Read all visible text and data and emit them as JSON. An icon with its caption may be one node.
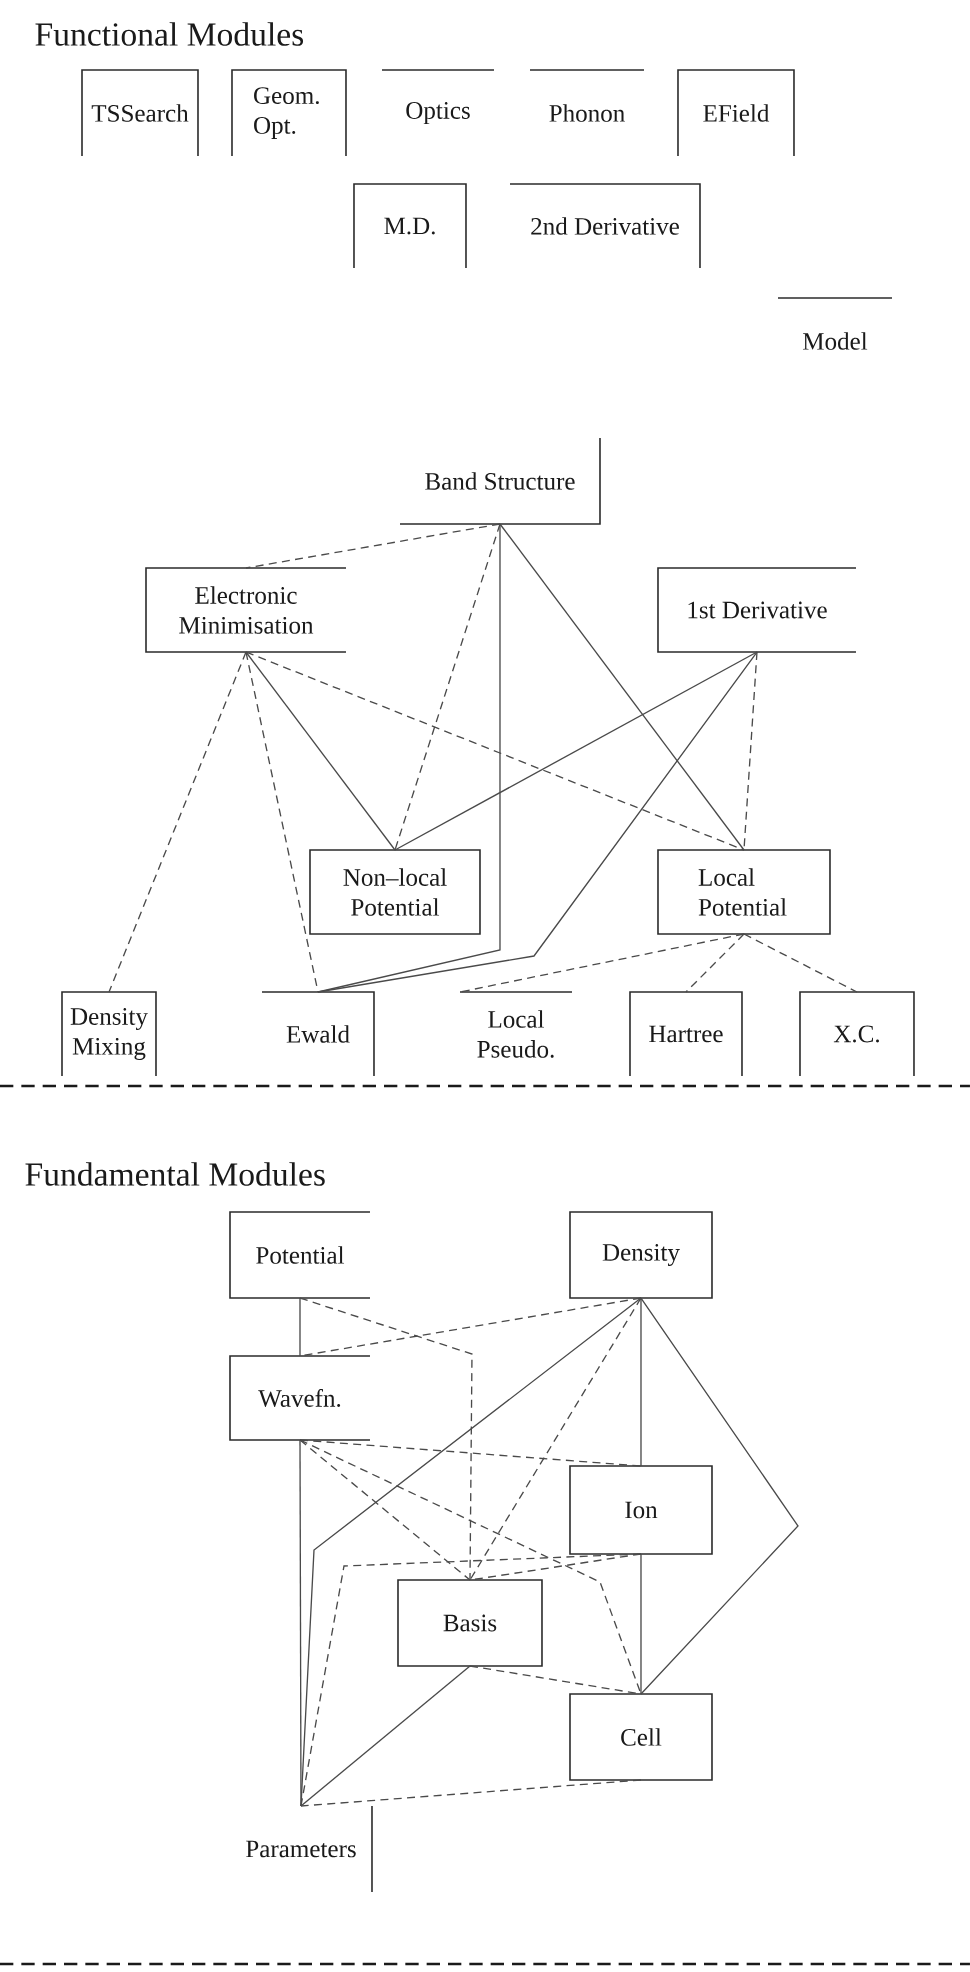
{
  "diagram": {
    "nodes": [
      {
        "text": [
          "TSSearch"
        ]
      },
      {
        "text": [
          "Geom. Opt."
        ]
      },
      {
        "text": [
          "Optics"
        ]
      },
      {
        "text": [
          "Phonon"
        ]
      },
      {
        "text": [
          "EField"
        ]
      },
      {
        "text": [
          "M.D."
        ]
      },
      {
        "text": [
          "2nd Derivative"
        ]
      },
      {
        "text": [
          "Model"
        ]
      },
      {
        "text": [
          "Band Structure"
        ]
      },
      {
        "text": [
          "Electronic Minimisation"
        ]
      },
      {
        "text": [
          "1st Derivative"
        ]
      },
      {
        "text": [
          "Non–local Potential"
        ]
      },
      {
        "text": [
          "Local Potential"
        ]
      },
      {
        "text": [
          "Density Mixing"
        ]
      },
      {
        "text": [
          "Ewald"
        ]
      },
      {
        "text": [
          "Local Pseudo."
        ]
      },
      {
        "text": [
          "Hartree"
        ]
      },
      {
        "text": [
          "X.C."
        ]
      },
      {
        "text": [
          "Potential"
        ]
      },
      {
        "text": [
          "Density"
        ]
      },
      {
        "text": [
          "Wavefn."
        ]
      },
      {
        "text": [
          "Ion"
        ]
      },
      {
        "text": [
          "Basis"
        ]
      },
      {
        "text": [
          "Cell"
        ]
      },
      {
        "text": [
          "Parameters"
        ]
      }
    ],
    "edges": [
      {
        "from": 8,
        "to": 9,
        "arrow": "none",
        "style": "dashed"
      },
      {
        "from": 8,
        "to": 11,
        "arrow": "none",
        "style": "dashed"
      },
      {
        "from": 8,
        "to": 14,
        "arrow": "none"
      },
      {
        "from": 8,
        "to": 12,
        "arrow": "none"
      },
      {
        "from": 9,
        "to": 13,
        "arrow": "none",
        "style": "dashed"
      },
      {
        "from": 9,
        "to": 14,
        "arrow": "none",
        "style": "dashed"
      },
      {
        "from": 9,
        "to": 11,
        "arrow": "none"
      },
      {
        "from": 9,
        "to": 12,
        "arrow": "none",
        "style": "dashed"
      },
      {
        "from": 10,
        "to": 11,
        "arrow": "none"
      },
      {
        "from": 10,
        "to": 14,
        "arrow": "none"
      },
      {
        "from": 10,
        "to": 12,
        "arrow": "none",
        "style": "dashed"
      },
      {
        "from": 12,
        "to": 15,
        "arrow": "none",
        "style": "dashed"
      },
      {
        "from": 12,
        "to": 16,
        "arrow": "none",
        "style": "dashed"
      },
      {
        "from": 12,
        "to": 17,
        "arrow": "none",
        "style": "dashed"
      },
      {
        "from": 18,
        "to": 20,
        "arrow": "none"
      },
      {
        "from": 18,
        "to": 22,
        "arrow": "none",
        "style": "dashed"
      },
      {
        "from": 19,
        "to": 20,
        "arrow": "none",
        "style": "dashed"
      },
      {
        "from": 19,
        "to": 21,
        "arrow": "none"
      },
      {
        "from": 19,
        "to": 23,
        "arrow": "none"
      },
      {
        "from": 19,
        "to": 24,
        "arrow": "none"
      },
      {
        "from": 19,
        "to": 22,
        "arrow": "none",
        "style": "dashed"
      },
      {
        "from": 20,
        "to": 21,
        "arrow": "none",
        "style": "dashed"
      },
      {
        "from": 20,
        "to": 22,
        "arrow": "none",
        "style": "dashed"
      },
      {
        "from": 20,
        "to": 23,
        "arrow": "none",
        "style": "dashed"
      },
      {
        "from": 20,
        "to": 24,
        "arrow": "none"
      },
      {
        "from": 21,
        "to": 22,
        "arrow": "none",
        "style": "dashed"
      },
      {
        "from": 21,
        "to": 24,
        "arrow": "none",
        "style": "dashed"
      },
      {
        "from": 21,
        "to": 23,
        "arrow": "none"
      },
      {
        "from": 22,
        "to": 23,
        "arrow": "none",
        "style": "dashed"
      },
      {
        "from": 22,
        "to": 24,
        "arrow": "none"
      },
      {
        "from": 23,
        "to": 24,
        "arrow": "none",
        "style": "dashed"
      }
    ],
    "labels": [
      "Functional Modules",
      "Fundamental Modules"
    ]
  }
}
